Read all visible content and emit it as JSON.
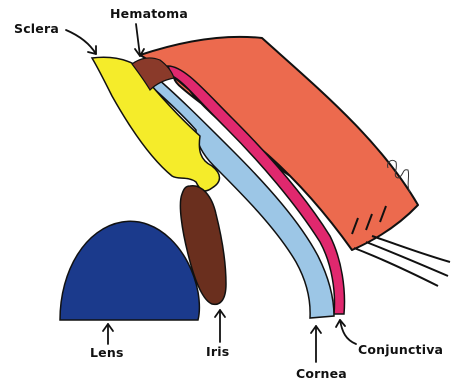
{
  "labels": {
    "sclera": "Sclera",
    "hematoma": "Hematoma",
    "lens": "Lens",
    "iris": "Iris",
    "cornea": "Cornea",
    "conjunctiva": "Conjunctiva"
  },
  "colors": {
    "background": "#ffffff",
    "sclera": "#f5ec2a",
    "hematoma": "#8a3a2a",
    "conjunctiva_tissue": "#ec6a4e",
    "conjunctiva_band": "#e0286e",
    "cornea": "#9cc6e6",
    "iris": "#6a2f1e",
    "lens": "#1b3a8c",
    "outline": "#111111"
  }
}
